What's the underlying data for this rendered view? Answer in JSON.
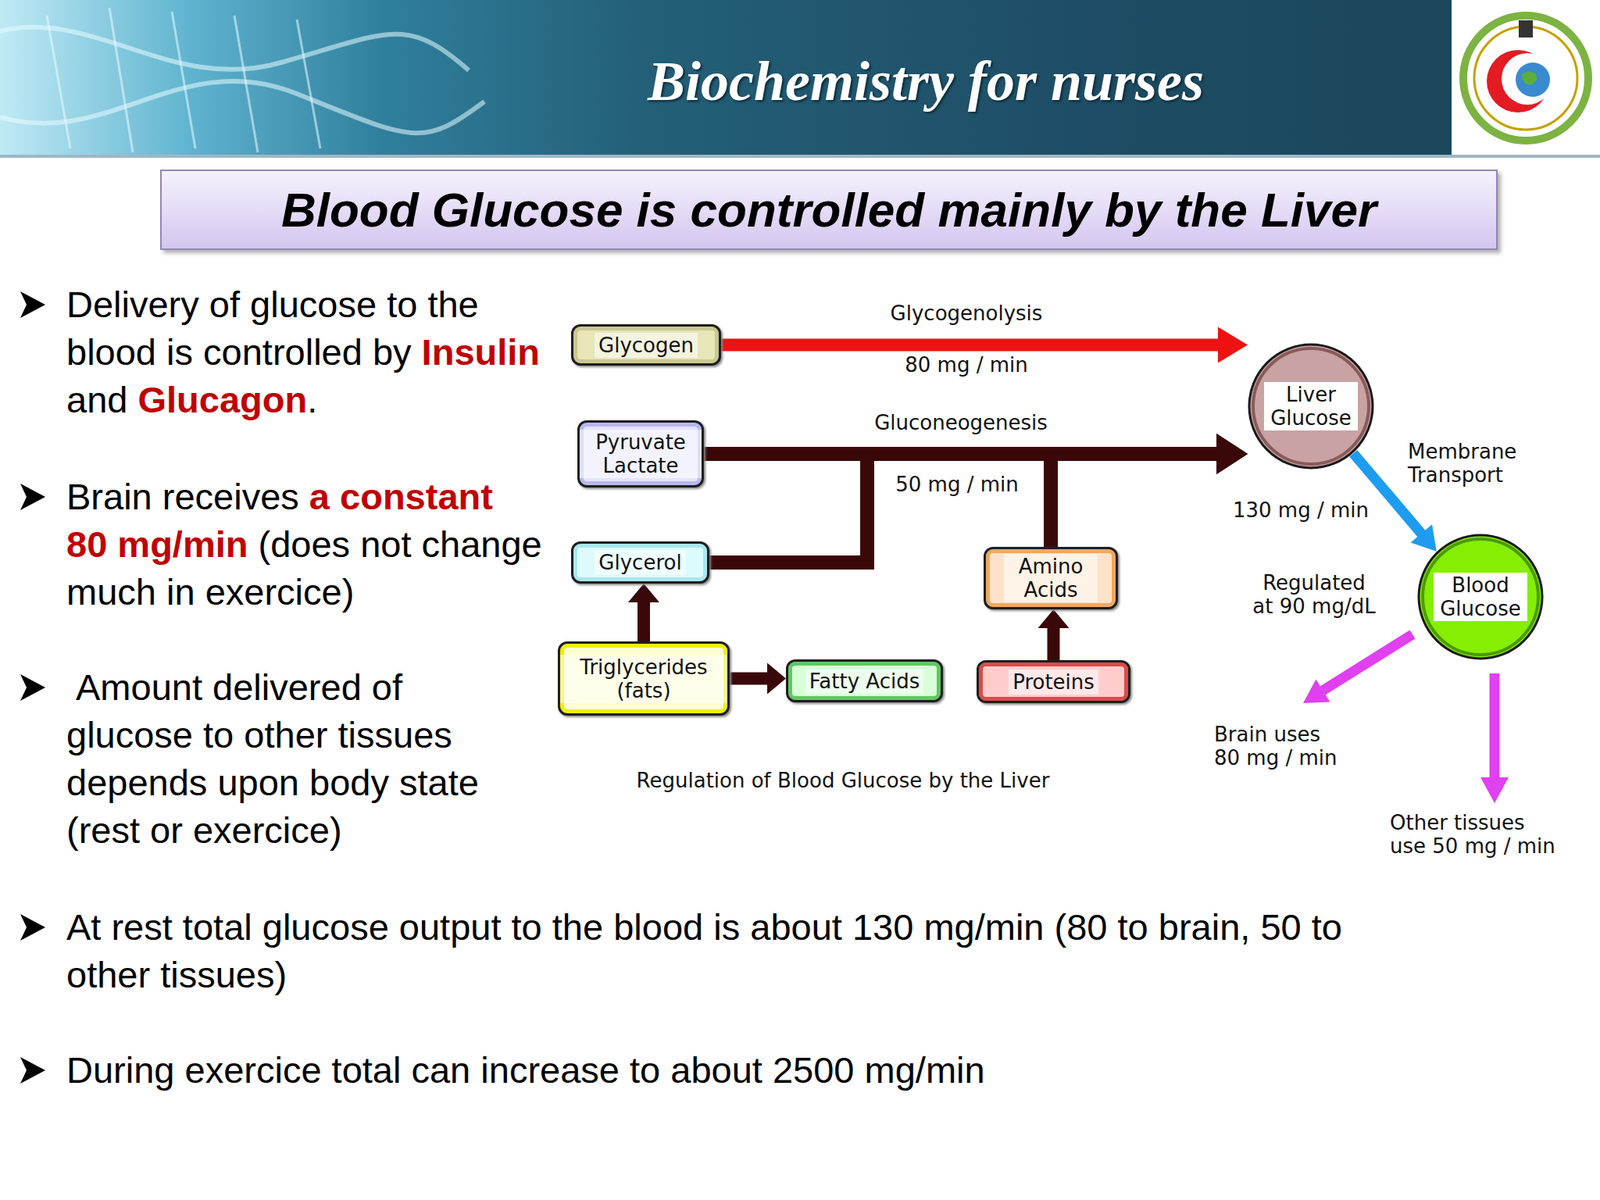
{
  "diagram": {
    "title": "Blood Glucose is controlled mainly by the Liver",
    "caption": "Regulation of Blood Glucose by the Liver",
    "nodes": [
      {
        "text": [
          "Glycogen"
        ]
      },
      {
        "text": [
          "Pyruvate Lactate"
        ]
      },
      {
        "text": [
          "Glycerol"
        ]
      },
      {
        "text": [
          "Triglycerides (fats)"
        ]
      },
      {
        "text": [
          "Fatty Acids"
        ]
      },
      {
        "text": [
          "Amino Acids"
        ]
      },
      {
        "text": [
          "Proteins"
        ]
      },
      {
        "text": [
          "Liver Glucose"
        ]
      },
      {
        "text": [
          "Blood Glucose"
        ]
      }
    ],
    "edges": [
      {
        "from": 0,
        "to": 7,
        "arrow": "to",
        "label": "Glycogenolysis"
      },
      {
        "from": 1,
        "to": 7,
        "arrow": "to",
        "label": "Gluconeogenesis"
      },
      {
        "from": 2,
        "to": 7,
        "arrow": "to"
      },
      {
        "from": 5,
        "to": 7,
        "arrow": "to"
      },
      {
        "from": 3,
        "to": 2,
        "arrow": "to"
      },
      {
        "from": 3,
        "to": 4,
        "arrow": "to"
      },
      {
        "from": 6,
        "to": 5,
        "arrow": "to"
      },
      {
        "from": 7,
        "to": 8,
        "arrow": "to",
        "label": "Membrane Transport"
      }
    ],
    "labels": [
      "Biochemistry for nurses",
      "Delivery of glucose to the blood is controlled by",
      "Insulin",
      "and",
      "Glucagon",
      ".",
      "Brain receives",
      "a constant 80 mg/min",
      "(does not change much in exercice)",
      "Amount delivered of glucose to other tissues depends upon body state (rest or exercice)",
      "At rest total glucose output to the blood is about 130 mg/min (80 to brain, 50 to other tissues)",
      "During exercice total can increase to about 2500 mg/min",
      "80 mg / min",
      "50 mg / min",
      "130 mg / min",
      "Regulated at 90 mg/dL",
      "Brain uses 80 mg / min",
      "Other tissues use 50 mg / min"
    ]
  }
}
